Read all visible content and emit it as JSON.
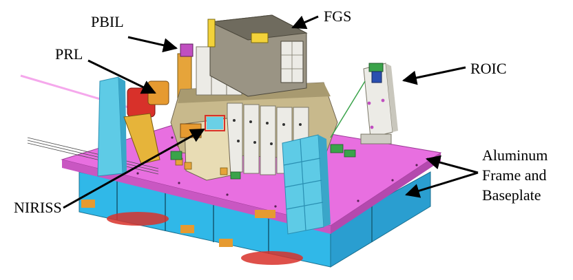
{
  "labels": {
    "fgs": "FGS",
    "pbil": "PBIL",
    "prl": "PRL",
    "roic": "ROIC",
    "niriss": "NIRISS",
    "aluminum_line1": "Aluminum",
    "aluminum_line2": "Frame and",
    "aluminum_line3": "Baseplate"
  },
  "colors": {
    "baseplate": "#e86fe0",
    "frame": "#30b8e8",
    "panel": "#5ecbe6",
    "panel_dark": "#3aa6c9",
    "instrument_white": "#ecebe6",
    "instrument_tan": "#c8b98c",
    "instrument_gray": "#9a9484",
    "fgs_top": "#6f6b5e",
    "yellow": "#f2d23a",
    "red": "#d8312a",
    "orange": "#e69a30",
    "green": "#3aa34a",
    "arrow": "#000000"
  },
  "icons": {
    "arrow": "arrow-icon"
  }
}
